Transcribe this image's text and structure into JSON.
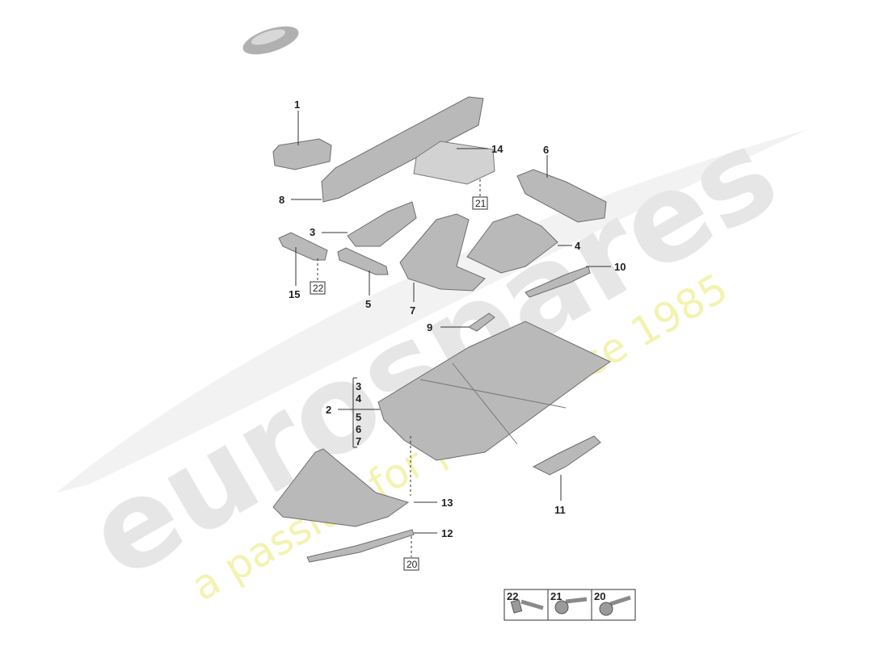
{
  "watermark": {
    "brand": "eurospares",
    "tagline": "a passion for parts since 1985",
    "brand_color": "#e6e6e6",
    "tagline_color": "#f3f3b0"
  },
  "callouts": {
    "c1": "1",
    "c2": "2",
    "c3": "3",
    "c4": "4",
    "c5": "5",
    "c6": "6",
    "c7": "7",
    "c8": "8",
    "c9": "9",
    "c10": "10",
    "c11": "11",
    "c12": "12",
    "c13": "13",
    "c14": "14",
    "c15": "15"
  },
  "group_2_items": [
    "3",
    "4",
    "5",
    "6",
    "7"
  ],
  "ref_boxes": {
    "r21": "21",
    "r22": "22",
    "r20": "20"
  },
  "fasteners": [
    {
      "label": "22",
      "icon": "bolt-icon"
    },
    {
      "label": "21",
      "icon": "bolt-icon"
    },
    {
      "label": "20",
      "icon": "bolt-icon"
    }
  ],
  "colors": {
    "part": "#b9b9b9",
    "line": "#333333"
  }
}
